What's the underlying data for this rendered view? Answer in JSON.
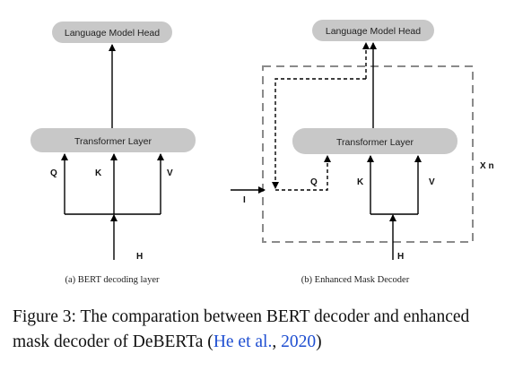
{
  "panel_a": {
    "head_label": "Language Model Head",
    "transformer_label": "Transformer Layer",
    "q": "Q",
    "k": "K",
    "v": "V",
    "h": "H",
    "caption": "(a) BERT decoding layer"
  },
  "panel_b": {
    "head_label": "Language Model Head",
    "transformer_label": "Transformer Layer",
    "q": "Q",
    "k": "K",
    "v": "V",
    "h": "H",
    "i": "I",
    "repeat": "X n",
    "caption": "(b) Enhanced Mask Decoder"
  },
  "caption": {
    "prefix": "Figure 3: The comparation between BERT decoder and enhanced mask decoder of DeBERTa (",
    "cite_name": "He et al.",
    "sep": ", ",
    "cite_year": "2020",
    "suffix": ")"
  },
  "colors": {
    "pill": "#c8c8c8",
    "line": "#000000",
    "dashed_box": "#8a8a8a",
    "citation": "#1f4fd1"
  }
}
